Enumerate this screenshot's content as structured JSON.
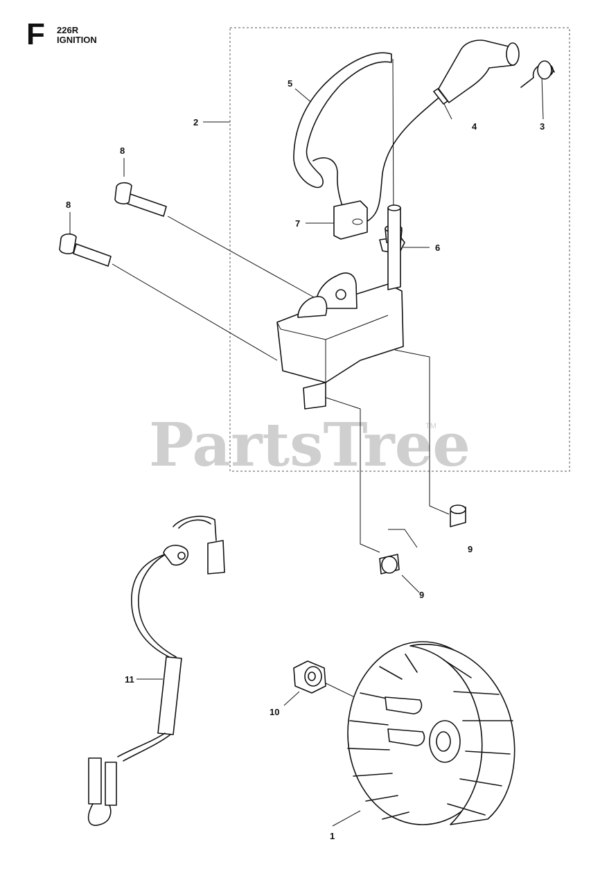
{
  "header": {
    "section_letter": "F",
    "model": "226R",
    "title": "IGNITION"
  },
  "watermark": {
    "text": "PartsTree",
    "trademark": "TM"
  },
  "callouts": [
    {
      "id": "c1",
      "label": "1"
    },
    {
      "id": "c2",
      "label": "2"
    },
    {
      "id": "c3",
      "label": "3"
    },
    {
      "id": "c4",
      "label": "4"
    },
    {
      "id": "c5",
      "label": "5"
    },
    {
      "id": "c6",
      "label": "6"
    },
    {
      "id": "c7",
      "label": "7"
    },
    {
      "id": "c8a",
      "label": "8"
    },
    {
      "id": "c8b",
      "label": "8"
    },
    {
      "id": "c9a",
      "label": "9"
    },
    {
      "id": "c9b",
      "label": "9"
    },
    {
      "id": "c10",
      "label": "10"
    },
    {
      "id": "c11",
      "label": "11"
    }
  ],
  "parts": {
    "flywheel": "flywheel",
    "ignition_module": "ignition-module",
    "spark_plug_boot": "spark-plug-boot",
    "spring": "spring",
    "ht_lead": "high-tension-lead",
    "grommet": "grommet",
    "lead_clip": "lead-clip",
    "screw": "screw",
    "spacer": "spacer",
    "nut": "flywheel-nut",
    "cable_harness": "cable-harness"
  }
}
